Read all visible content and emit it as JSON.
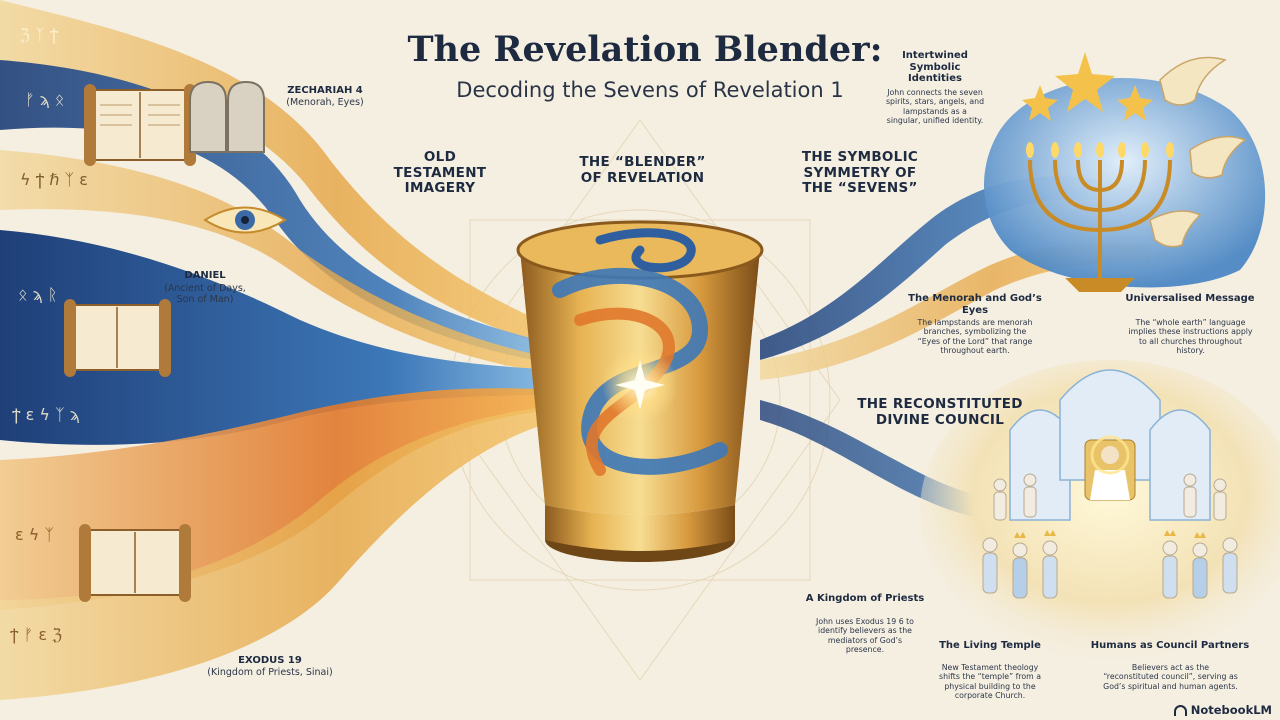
{
  "title": "The Revelation Blender:",
  "subtitle": "Decoding the Sevens of Revelation 1",
  "sections": {
    "old_testament": "OLD TESTAMENT IMAGERY",
    "blender": "THE “BLENDER” OF REVELATION",
    "symmetry": "THE SYMBOLIC SYMMETRY OF THE “SEVENS”",
    "council": "THE RECONSTITUTED DIVINE COUNCIL"
  },
  "sources": [
    {
      "name": "ZECHARIAH 4",
      "detail": "(Menorah, Eyes)"
    },
    {
      "name": "DANIEL",
      "detail": "(Ancient of Days, Son of Man)"
    },
    {
      "name": "EXODUS 19",
      "detail": "(Kingdom of Priests, Sinai)"
    }
  ],
  "symmetry_points": {
    "intertwined": {
      "heading": "Intertwined Symbolic Identities",
      "body": "John connects the seven spirits, stars, angels, and lampstands as a singular, unified identity."
    },
    "menorah": {
      "heading": "The Menorah and God’s Eyes",
      "body": "The lampstands are menorah branches, symbolizing the “Eyes of the Lord” that range throughout earth."
    },
    "universal": {
      "heading": "Universalised Message",
      "body": "The “whole earth” language implies these instructions apply to all churches throughout history."
    }
  },
  "council_points": {
    "kingdom": {
      "heading": "A Kingdom of Priests",
      "body": "John uses Exodus 19 6 to identify believers as the mediators of God’s presence."
    },
    "temple": {
      "heading": "The Living Temple",
      "body": "New Testament theology shifts the “temple” from a physical building to the corporate Church."
    },
    "partners": {
      "heading": "Humans as Council Partners",
      "body": "Believers act as the “reconstituted council”, serving as God’s spiritual and human agents."
    }
  },
  "branding": "NotebookLM",
  "colors": {
    "background": "#f5efe2",
    "gold": "#e3a43a",
    "blue": "#2f5f9e",
    "navy": "#1d2a40",
    "orange": "#e0782c"
  },
  "icons": [
    "scroll-icon",
    "tablets-icon",
    "eye-icon",
    "menorah-icon",
    "star-icon",
    "angel-icon",
    "throne-icon",
    "notebooklm-logo-icon"
  ]
}
